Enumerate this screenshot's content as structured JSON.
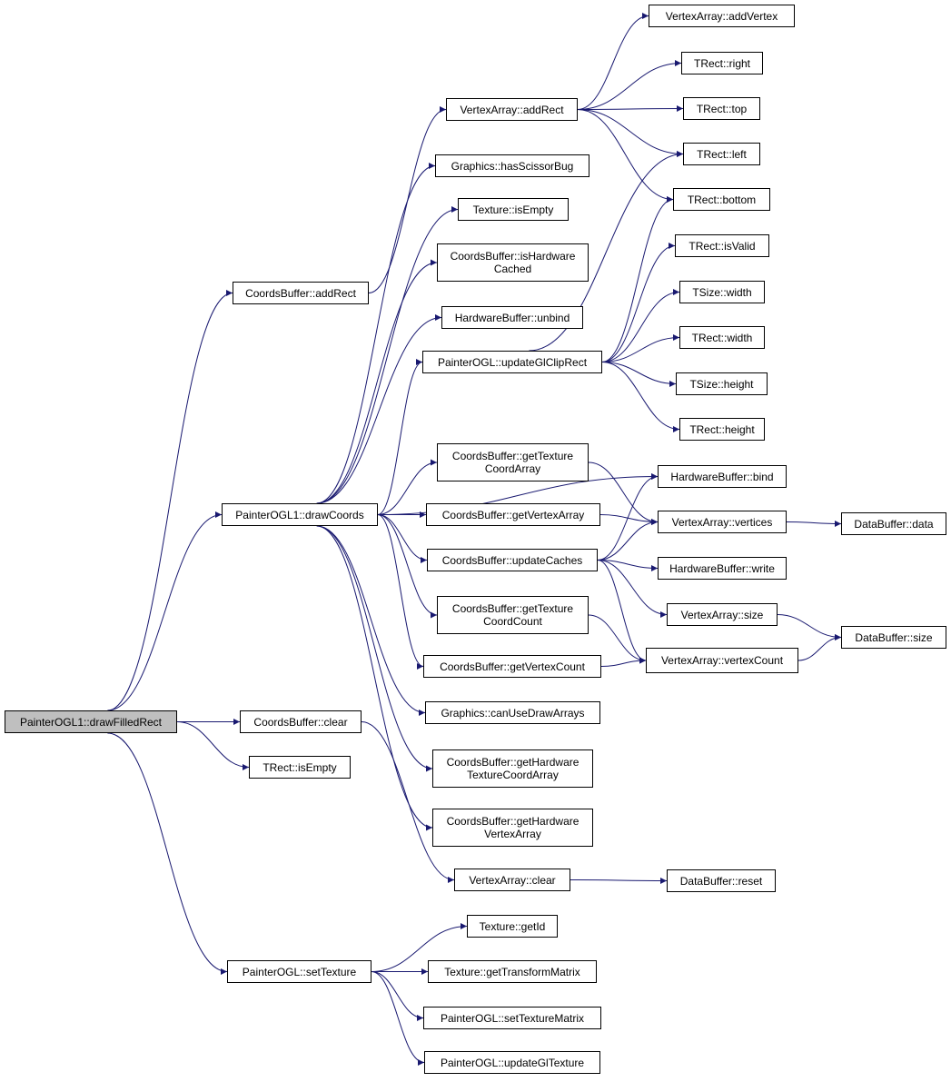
{
  "colors": {
    "edge": "#191970",
    "root_fill": "#bfbfbf",
    "node_fill": "#ffffff",
    "node_border": "#000000"
  },
  "nodes": [
    {
      "id": "drawFilledRect",
      "label": "PainterOGL1::drawFilledRect",
      "root": true
    },
    {
      "id": "cb_addRect",
      "label": "CoordsBuffer::addRect"
    },
    {
      "id": "drawCoords",
      "label": "PainterOGL1::drawCoords"
    },
    {
      "id": "cb_clear",
      "label": "CoordsBuffer::clear"
    },
    {
      "id": "tr_isEmpty",
      "label": "TRect::isEmpty"
    },
    {
      "id": "setTexture",
      "label": "PainterOGL::setTexture"
    },
    {
      "id": "va_addRect",
      "label": "VertexArray::addRect"
    },
    {
      "id": "g_hasScissorBug",
      "label": "Graphics::hasScissorBug"
    },
    {
      "id": "tex_isEmpty",
      "label": "Texture::isEmpty"
    },
    {
      "id": "cb_isHwCached",
      "label": "CoordsBuffer::isHardware\nCached"
    },
    {
      "id": "hb_unbind",
      "label": "HardwareBuffer::unbind"
    },
    {
      "id": "updateGlClipRect",
      "label": "PainterOGL::updateGlClipRect"
    },
    {
      "id": "cb_getTexCoordArray",
      "label": "CoordsBuffer::getTexture\nCoordArray"
    },
    {
      "id": "cb_getVertexArray",
      "label": "CoordsBuffer::getVertexArray"
    },
    {
      "id": "cb_updateCaches",
      "label": "CoordsBuffer::updateCaches"
    },
    {
      "id": "cb_getTexCoordCount",
      "label": "CoordsBuffer::getTexture\nCoordCount"
    },
    {
      "id": "cb_getVertexCount",
      "label": "CoordsBuffer::getVertexCount"
    },
    {
      "id": "g_canUseDrawArrays",
      "label": "Graphics::canUseDrawArrays"
    },
    {
      "id": "cb_getHwTexCoordArray",
      "label": "CoordsBuffer::getHardware\nTextureCoordArray"
    },
    {
      "id": "cb_getHwVertexArray",
      "label": "CoordsBuffer::getHardware\nVertexArray"
    },
    {
      "id": "va_clear",
      "label": "VertexArray::clear"
    },
    {
      "id": "tex_getId",
      "label": "Texture::getId"
    },
    {
      "id": "tex_getTransformMatrix",
      "label": "Texture::getTransformMatrix"
    },
    {
      "id": "setTextureMatrix",
      "label": "PainterOGL::setTextureMatrix"
    },
    {
      "id": "updateGlTexture",
      "label": "PainterOGL::updateGlTexture"
    },
    {
      "id": "va_addVertex",
      "label": "VertexArray::addVertex"
    },
    {
      "id": "tr_right",
      "label": "TRect::right"
    },
    {
      "id": "tr_top",
      "label": "TRect::top"
    },
    {
      "id": "tr_left",
      "label": "TRect::left"
    },
    {
      "id": "tr_bottom",
      "label": "TRect::bottom"
    },
    {
      "id": "tr_isValid",
      "label": "TRect::isValid"
    },
    {
      "id": "ts_width",
      "label": "TSize::width"
    },
    {
      "id": "tr_width",
      "label": "TRect::width"
    },
    {
      "id": "ts_height",
      "label": "TSize::height"
    },
    {
      "id": "tr_height",
      "label": "TRect::height"
    },
    {
      "id": "hb_bind",
      "label": "HardwareBuffer::bind"
    },
    {
      "id": "va_vertices",
      "label": "VertexArray::vertices"
    },
    {
      "id": "hb_write",
      "label": "HardwareBuffer::write"
    },
    {
      "id": "va_size",
      "label": "VertexArray::size"
    },
    {
      "id": "va_vertexCount",
      "label": "VertexArray::vertexCount"
    },
    {
      "id": "db_data",
      "label": "DataBuffer::data"
    },
    {
      "id": "db_size",
      "label": "DataBuffer::size"
    },
    {
      "id": "db_reset",
      "label": "DataBuffer::reset"
    }
  ],
  "edges": [
    [
      "drawFilledRect",
      "cb_addRect"
    ],
    [
      "drawFilledRect",
      "drawCoords"
    ],
    [
      "drawFilledRect",
      "cb_clear"
    ],
    [
      "drawFilledRect",
      "tr_isEmpty"
    ],
    [
      "drawFilledRect",
      "setTexture"
    ],
    [
      "cb_addRect",
      "va_addRect"
    ],
    [
      "va_addRect",
      "va_addVertex"
    ],
    [
      "va_addRect",
      "tr_right"
    ],
    [
      "va_addRect",
      "tr_top"
    ],
    [
      "va_addRect",
      "tr_left"
    ],
    [
      "va_addRect",
      "tr_bottom"
    ],
    [
      "drawCoords",
      "g_hasScissorBug"
    ],
    [
      "drawCoords",
      "tex_isEmpty"
    ],
    [
      "drawCoords",
      "cb_isHwCached"
    ],
    [
      "drawCoords",
      "hb_unbind"
    ],
    [
      "drawCoords",
      "updateGlClipRect"
    ],
    [
      "drawCoords",
      "hb_bind"
    ],
    [
      "drawCoords",
      "cb_getTexCoordArray"
    ],
    [
      "drawCoords",
      "cb_getVertexArray"
    ],
    [
      "drawCoords",
      "cb_updateCaches"
    ],
    [
      "drawCoords",
      "cb_getTexCoordCount"
    ],
    [
      "drawCoords",
      "cb_getVertexCount"
    ],
    [
      "drawCoords",
      "g_canUseDrawArrays"
    ],
    [
      "drawCoords",
      "cb_getHwTexCoordArray"
    ],
    [
      "drawCoords",
      "cb_getHwVertexArray"
    ],
    [
      "updateGlClipRect",
      "tr_left"
    ],
    [
      "updateGlClipRect",
      "tr_bottom"
    ],
    [
      "updateGlClipRect",
      "tr_isValid"
    ],
    [
      "updateGlClipRect",
      "ts_width"
    ],
    [
      "updateGlClipRect",
      "tr_width"
    ],
    [
      "updateGlClipRect",
      "ts_height"
    ],
    [
      "updateGlClipRect",
      "tr_height"
    ],
    [
      "cb_getTexCoordArray",
      "va_vertices"
    ],
    [
      "cb_getVertexArray",
      "va_vertices"
    ],
    [
      "cb_updateCaches",
      "hb_bind"
    ],
    [
      "cb_updateCaches",
      "va_vertices"
    ],
    [
      "cb_updateCaches",
      "hb_write"
    ],
    [
      "cb_updateCaches",
      "va_size"
    ],
    [
      "cb_updateCaches",
      "va_vertexCount"
    ],
    [
      "cb_getTexCoordCount",
      "va_vertexCount"
    ],
    [
      "cb_getVertexCount",
      "va_vertexCount"
    ],
    [
      "va_vertices",
      "db_data"
    ],
    [
      "va_size",
      "db_size"
    ],
    [
      "va_vertexCount",
      "db_size"
    ],
    [
      "cb_clear",
      "va_clear"
    ],
    [
      "va_clear",
      "db_reset"
    ],
    [
      "setTexture",
      "tex_getId"
    ],
    [
      "setTexture",
      "tex_getTransformMatrix"
    ],
    [
      "setTexture",
      "setTextureMatrix"
    ],
    [
      "setTexture",
      "updateGlTexture"
    ]
  ]
}
